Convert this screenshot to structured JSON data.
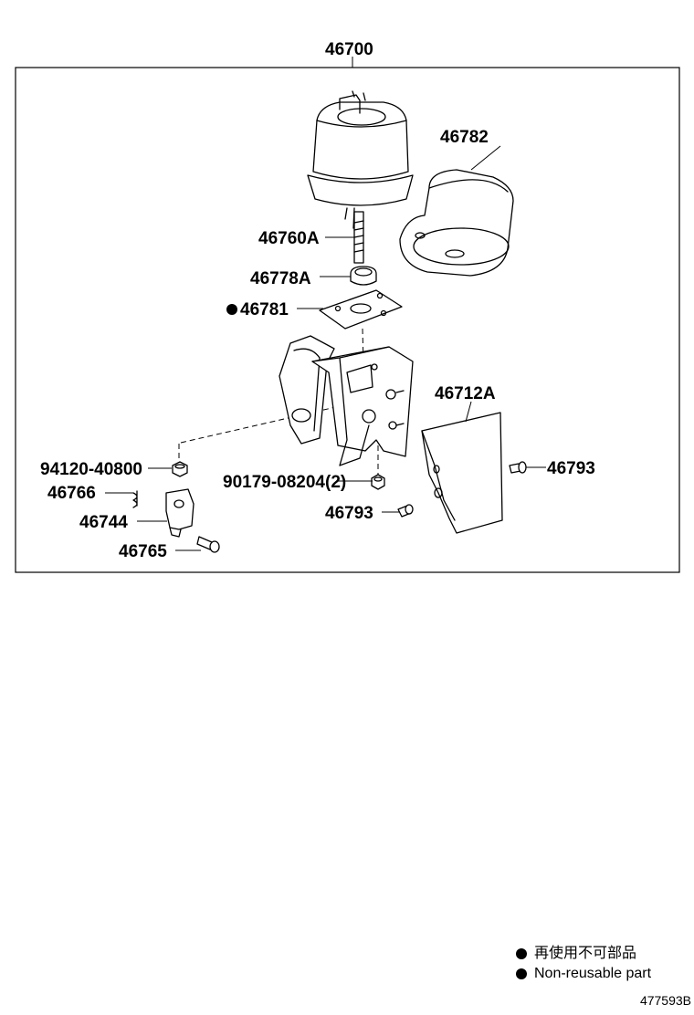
{
  "diagram": {
    "assembly_number": "46700",
    "parts": {
      "p46782": "46782",
      "p46760A": "46760A",
      "p46778A": "46778A",
      "p46781": "46781",
      "p46712A": "46712A",
      "p94120": "94120-40800",
      "p90179": "90179-08204(2)",
      "p46766": "46766",
      "p46744": "46744",
      "p46765": "46765",
      "p46793_right": "46793",
      "p46793_bottom": "46793"
    }
  },
  "legend": {
    "japanese": "再使用不可部品",
    "english": "Non-reusable part"
  },
  "catalog_code": "477593B"
}
